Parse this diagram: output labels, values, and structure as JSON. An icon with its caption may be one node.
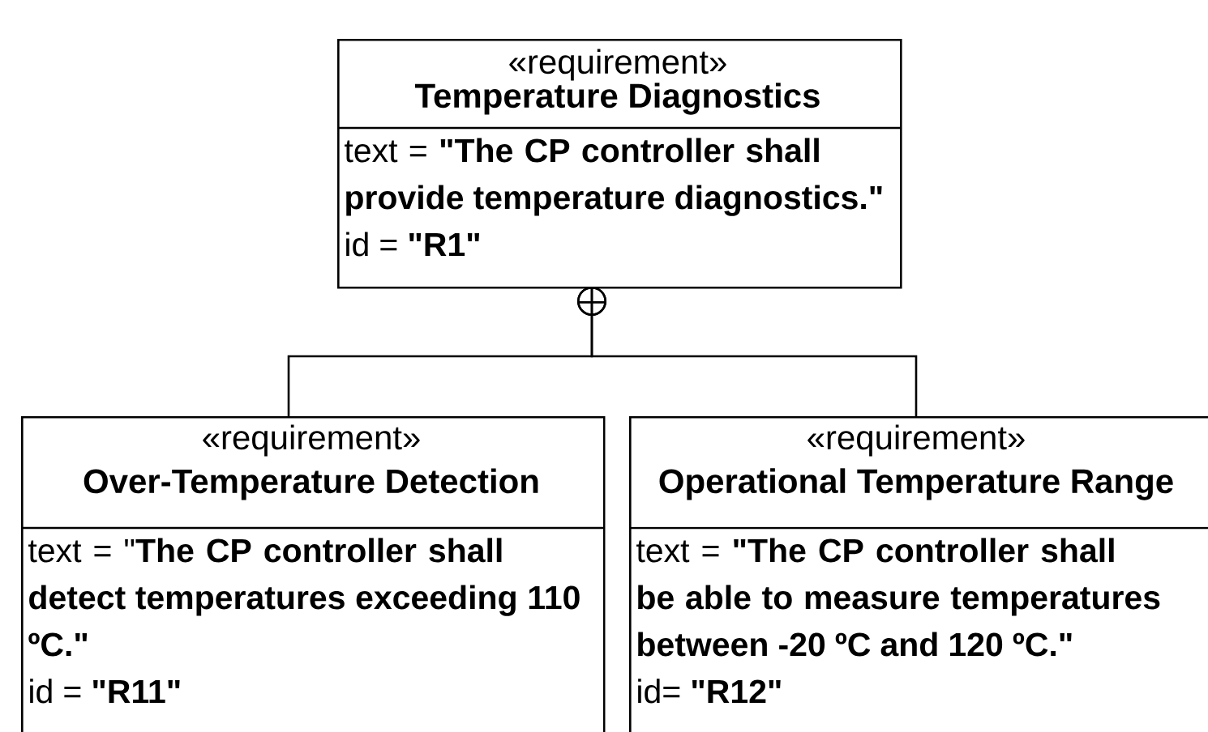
{
  "diagram": {
    "nodes": [
      {
        "text": [
          "«requirement»",
          "Temperature Diagnostics",
          "text = **\"The CP controller shall provide temperature diagnostics.\"**",
          "id = **\"R1\"**"
        ]
      },
      {
        "text": [
          "«requirement»",
          "Over-Temperature Detection",
          "text = \"**The CP controller shall detect temperatures exceeding 110 ºC.\"**",
          "id = **\"R11\"**"
        ]
      },
      {
        "text": [
          "«requirement»",
          "Operational Temperature Range",
          "text = **\"The CP controller shall be able to measure temperatures between -20 ºC and 120 ºC.\"**",
          "id= **\"R12\"**"
        ]
      }
    ],
    "edges": [
      {
        "from": 1,
        "to": 0,
        "arrow": "other"
      },
      {
        "from": 2,
        "to": 0,
        "arrow": "other"
      }
    ]
  }
}
